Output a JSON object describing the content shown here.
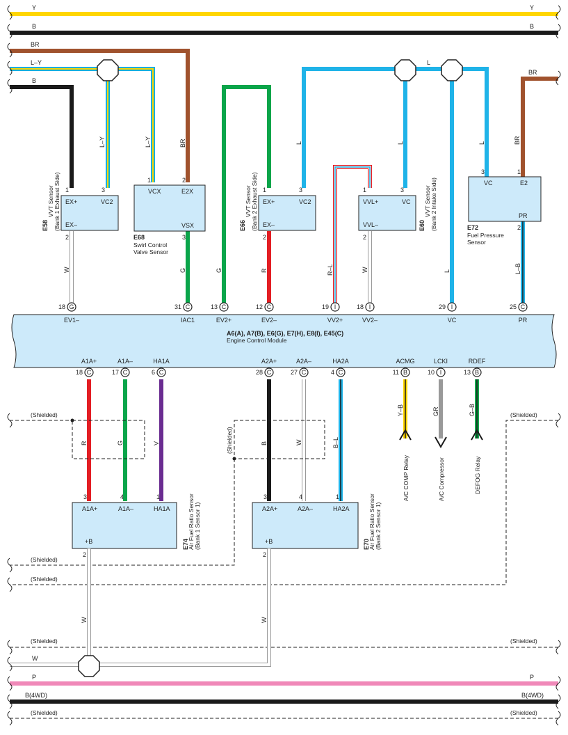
{
  "colors": {
    "Y": "#ffd600",
    "B": "#1a1a1a",
    "BR": "#a0522d",
    "LY": "#00aee0",
    "L": "#1fb3e8",
    "G": "#0aa54a",
    "R": "#e31e24",
    "W": "#ffffff",
    "V": "#6a2c91",
    "GR": "#999999",
    "P": "#f088b8",
    "ecm": "#cdeafa",
    "box": "#cdeafa"
  },
  "bus": {
    "y_top": "Y",
    "b_top": "B",
    "br": "BR",
    "ly": "L–Y",
    "b2": "B",
    "l_top": "L",
    "br_right": "BR",
    "shielded": "(Shielded)",
    "w": "W",
    "p": "P",
    "b4wd": "B(4WD)"
  },
  "sensors": {
    "e58": {
      "code": "E58",
      "name": "VVT Sensor",
      "sub": "(Bank 1 Exhaust Side)",
      "p1": "EX+",
      "p2": "VC2",
      "p3": "EX–",
      "n1": "1",
      "n2": "3",
      "n3": "2",
      "w1": "B",
      "w2": "L–Y",
      "w3": "W"
    },
    "e68": {
      "code": "E68",
      "name": "Swirl Control",
      "sub": "Valve Sensor",
      "p1": "VCX",
      "p2": "E2X",
      "p3": "VSX",
      "n1": "1",
      "n2": "2",
      "n3": "3",
      "w1": "L–Y",
      "w2": "BR",
      "w3": "G"
    },
    "e66": {
      "code": "E66",
      "name": "VVT Sensor",
      "sub": "(Bank 2 Exhaust Side)",
      "p1": "EX+",
      "p2": "VC2",
      "p3": "EX–",
      "n1": "1",
      "n2": "3",
      "n3": "2",
      "w0": "G",
      "w2": "L",
      "w3": "R"
    },
    "e60": {
      "code": "E60",
      "name": "VVT Sensor",
      "sub": "(Bank 2 Intake Side)",
      "p1": "VVL+",
      "p2": "VC",
      "p3": "VVL–",
      "n1": "1",
      "n2": "3",
      "n3": "2",
      "w1": "R–L",
      "w2": "L",
      "w3": "W",
      "w4": "L"
    },
    "e72": {
      "code": "E72",
      "name": "Fuel Pressure",
      "sub": "Sensor",
      "p1": "VC",
      "p2": "E2",
      "p3": "PR",
      "n1": "3",
      "n2": "1",
      "n3": "2",
      "w1": "L",
      "w2": "BR",
      "w3": "L–B"
    },
    "e74": {
      "code": "E74",
      "name": "Air Fuel Ratio Sensor",
      "sub": "(Bank 1 Sensor 1)",
      "p1": "A1A+",
      "p2": "A1A–",
      "p3": "HA1A",
      "p4": "+B",
      "n1": "3",
      "n2": "4",
      "n3": "1",
      "n4": "2",
      "w1": "R",
      "w2": "G",
      "w3": "V",
      "w4": "W"
    },
    "e70": {
      "code": "E70",
      "name": "Air Fuel Ratio Sensor",
      "sub": "(Bank 2 Sensor 1)",
      "p1": "A2A+",
      "p2": "A2A–",
      "p3": "HA2A",
      "p4": "+B",
      "n1": "3",
      "n2": "4",
      "n3": "1",
      "n4": "2",
      "w1": "B",
      "w2": "W",
      "w3": "B–L",
      "w4": "W"
    }
  },
  "ecm": {
    "title": "A6(A), A7(B), E6(G), E7(H), E8(I), E45(C)",
    "name": "Engine Control Module",
    "top_pins": [
      {
        "num": "18",
        "conn": "G",
        "name": "EV1–"
      },
      {
        "num": "31",
        "conn": "C",
        "name": "IAC1"
      },
      {
        "num": "13",
        "conn": "C",
        "name": "EV2+"
      },
      {
        "num": "12",
        "conn": "C",
        "name": "EV2–"
      },
      {
        "num": "19",
        "conn": "I",
        "name": "VV2+"
      },
      {
        "num": "18",
        "conn": "I",
        "name": "VV2–"
      },
      {
        "num": "29",
        "conn": "I",
        "name": "VC"
      },
      {
        "num": "25",
        "conn": "C",
        "name": "PR"
      }
    ],
    "bottom_pins": [
      {
        "num": "18",
        "conn": "C",
        "name": "A1A+"
      },
      {
        "num": "17",
        "conn": "C",
        "name": "A1A–"
      },
      {
        "num": "6",
        "conn": "C",
        "name": "HA1A"
      },
      {
        "num": "28",
        "conn": "C",
        "name": "A2A+"
      },
      {
        "num": "27",
        "conn": "C",
        "name": "A2A–"
      },
      {
        "num": "4",
        "conn": "C",
        "name": "HA2A"
      },
      {
        "num": "11",
        "conn": "B",
        "name": "ACMG"
      },
      {
        "num": "10",
        "conn": "I",
        "name": "LCKI"
      },
      {
        "num": "13",
        "conn": "B",
        "name": "RDEF"
      }
    ]
  },
  "relays": [
    {
      "wire": "Y–B",
      "label": "A/C COMP Relay"
    },
    {
      "wire": "GR",
      "label": "A/C Compressor"
    },
    {
      "wire": "G–B",
      "label": "DEFOG Relay"
    }
  ]
}
